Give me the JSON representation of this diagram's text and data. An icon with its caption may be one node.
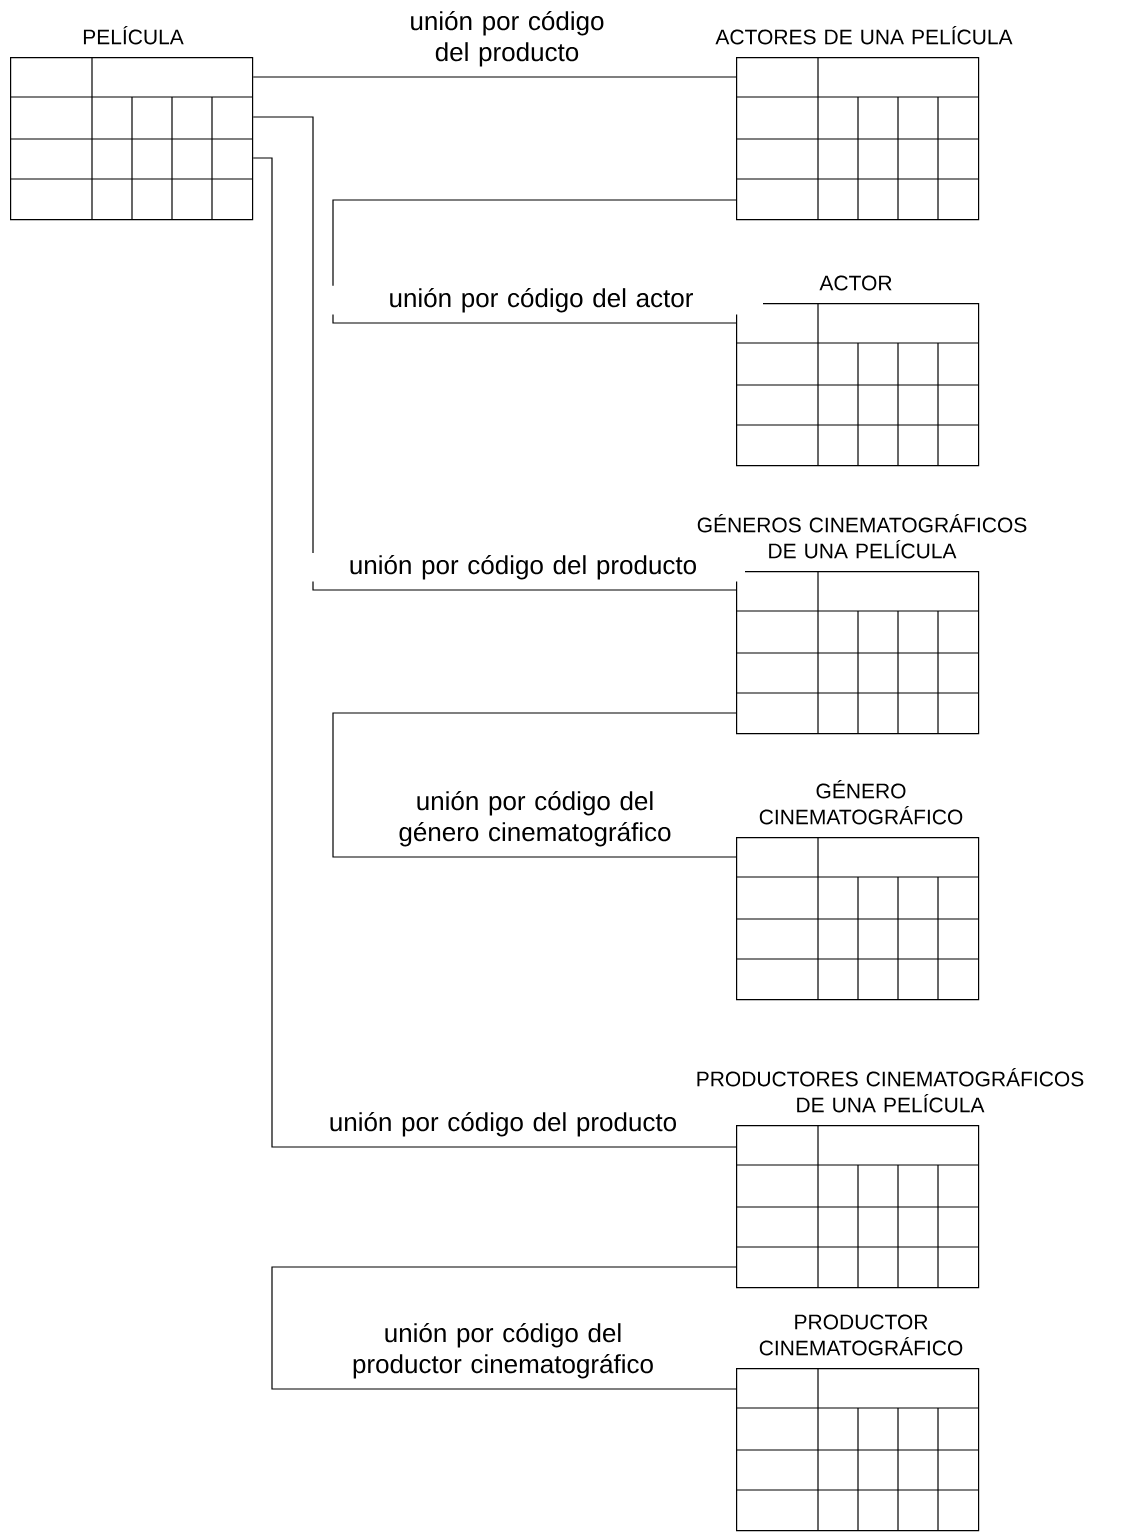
{
  "diagram": {
    "nodes": [
      {
        "text": [
          "PELÍCULA"
        ]
      },
      {
        "text": [
          "ACTORES DE UNA PELÍCULA"
        ]
      },
      {
        "text": [
          "ACTOR"
        ]
      },
      {
        "text": [
          "GÉNEROS CINEMATOGRÁFICOS DE UNA PELÍCULA"
        ]
      },
      {
        "text": [
          "GÉNERO CINEMATOGRÁFICO"
        ]
      },
      {
        "text": [
          "PRODUCTORES CINEMATOGRÁFICOS DE UNA PELÍCULA"
        ]
      },
      {
        "text": [
          "PRODUCTOR CINEMATOGRÁFICO"
        ]
      }
    ],
    "edges": [
      {
        "from": 0,
        "to": 1,
        "arrow": "none",
        "label": "unión por código del producto"
      },
      {
        "from": 1,
        "to": 2,
        "arrow": "none",
        "label": "unión por código del actor"
      },
      {
        "from": 0,
        "to": 3,
        "arrow": "none",
        "label": "unión por código del producto"
      },
      {
        "from": 3,
        "to": 4,
        "arrow": "none",
        "label": "unión por código del género cinematográfico"
      },
      {
        "from": 0,
        "to": 5,
        "arrow": "none",
        "label": "unión por código del producto"
      },
      {
        "from": 5,
        "to": 6,
        "arrow": "none",
        "label": "unión por código del productor cinematográfico"
      }
    ]
  }
}
